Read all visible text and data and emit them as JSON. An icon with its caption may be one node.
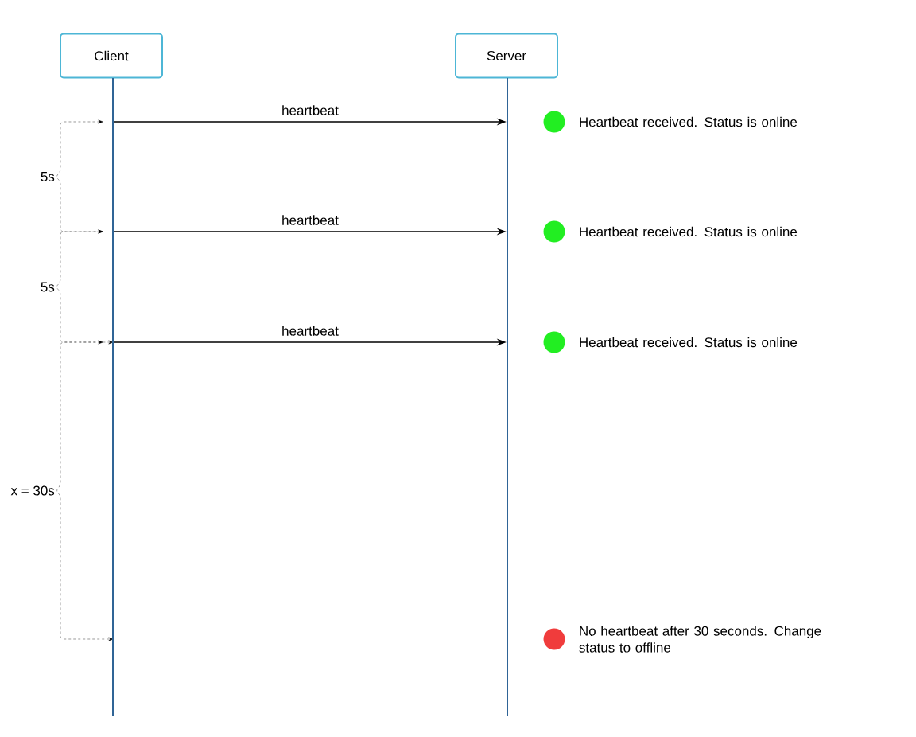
{
  "diagram": {
    "nodes": [
      {
        "text": [
          "Client"
        ]
      },
      {
        "text": [
          "Server"
        ]
      },
      {
        "text": [],
        "shape": "bar"
      },
      {
        "text": [],
        "shape": "bar"
      },
      {
        "text": [],
        "shape": "circle",
        "beside": [
          "Heartbeat received. Status is online"
        ]
      },
      {
        "text": [],
        "shape": "circle",
        "beside": [
          "Heartbeat received. Status is online"
        ]
      },
      {
        "text": [],
        "shape": "circle",
        "beside": [
          "Heartbeat received. Status is online"
        ]
      },
      {
        "text": [],
        "shape": "circle",
        "beside": [
          "No heartbeat after 30 seconds. Change status to offline"
        ]
      }
    ],
    "edges": [
      {
        "from": 2,
        "to": 3,
        "arrow": "to",
        "label": "heartbeat"
      },
      {
        "from": 2,
        "to": 3,
        "arrow": "to",
        "label": "heartbeat"
      },
      {
        "from": 2,
        "to": 3,
        "arrow": "to",
        "label": "heartbeat"
      }
    ],
    "labels": [
      "5s",
      "5s",
      "x = 30s"
    ]
  }
}
